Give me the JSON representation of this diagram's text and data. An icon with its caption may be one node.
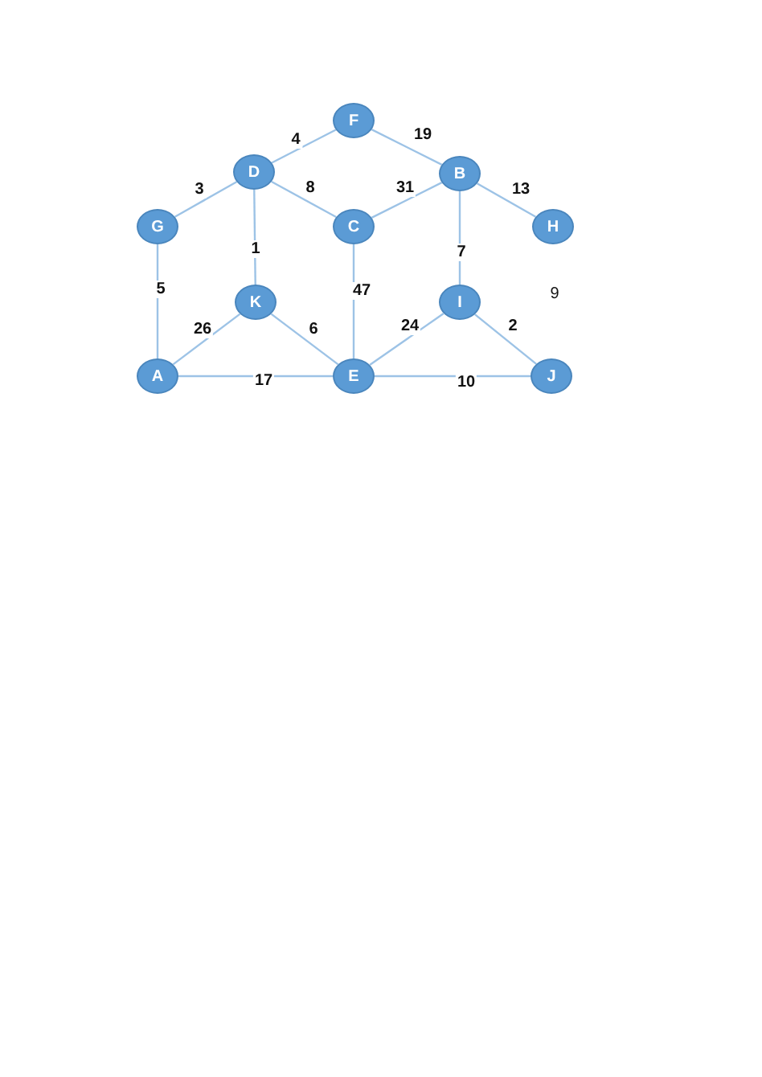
{
  "diagram": {
    "nodes": [
      {
        "text": [
          "F"
        ]
      },
      {
        "text": [
          "D"
        ]
      },
      {
        "text": [
          "B"
        ]
      },
      {
        "text": [
          "G"
        ]
      },
      {
        "text": [
          "C"
        ]
      },
      {
        "text": [
          "H"
        ]
      },
      {
        "text": [
          "K"
        ]
      },
      {
        "text": [
          "I"
        ]
      },
      {
        "text": [
          "A"
        ]
      },
      {
        "text": [
          "E"
        ]
      },
      {
        "text": [
          "J"
        ]
      }
    ],
    "edges": [
      {
        "from": 0,
        "to": 1,
        "arrow": "none",
        "label": "4"
      },
      {
        "from": 0,
        "to": 2,
        "arrow": "none",
        "label": "19"
      },
      {
        "from": 1,
        "to": 3,
        "arrow": "none",
        "label": "3"
      },
      {
        "from": 1,
        "to": 4,
        "arrow": "none",
        "label": "8"
      },
      {
        "from": 2,
        "to": 4,
        "arrow": "none",
        "label": "31"
      },
      {
        "from": 2,
        "to": 5,
        "arrow": "none",
        "label": "13"
      },
      {
        "from": 1,
        "to": 6,
        "arrow": "none",
        "label": "1"
      },
      {
        "from": 2,
        "to": 7,
        "arrow": "none",
        "label": "7"
      },
      {
        "from": 3,
        "to": 8,
        "arrow": "none",
        "label": "5"
      },
      {
        "from": 4,
        "to": 9,
        "arrow": "none",
        "label": "47"
      },
      {
        "from": 6,
        "to": 8,
        "arrow": "none",
        "label": "26"
      },
      {
        "from": 6,
        "to": 9,
        "arrow": "none",
        "label": "6"
      },
      {
        "from": 7,
        "to": 9,
        "arrow": "none",
        "label": "24"
      },
      {
        "from": 7,
        "to": 10,
        "arrow": "none",
        "label": "2"
      },
      {
        "from": 8,
        "to": 9,
        "arrow": "none",
        "label": "17"
      },
      {
        "from": 9,
        "to": 10,
        "arrow": "none",
        "label": "10"
      }
    ],
    "labels": [
      "9"
    ]
  }
}
